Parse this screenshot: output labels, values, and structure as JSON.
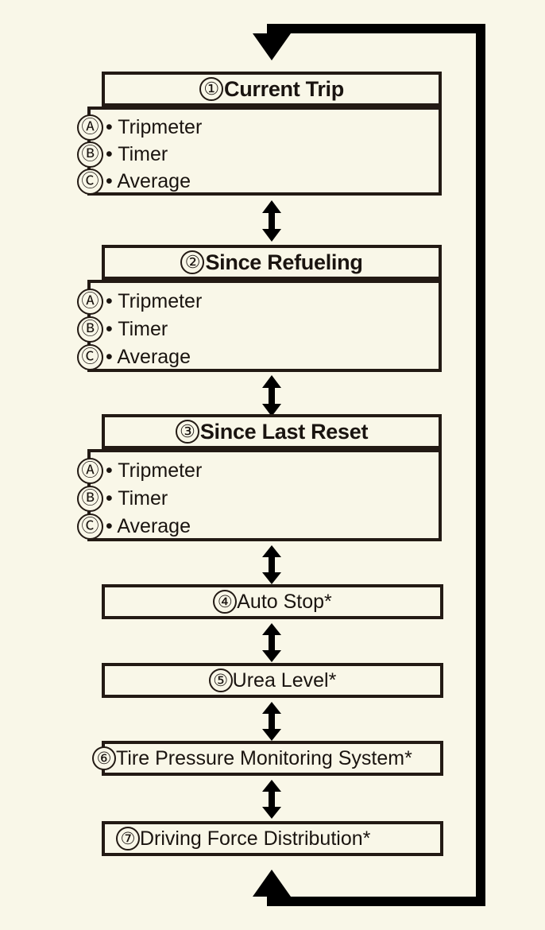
{
  "diagram": {
    "type": "flow-cycle",
    "background_color": "#f9f7e8",
    "line_color": "#231a14",
    "footnote_marker": "*",
    "groups": [
      {
        "number": "①",
        "title": "Current Trip",
        "items": [
          {
            "badge": "Ⓐ",
            "label": "• Tripmeter"
          },
          {
            "badge": "Ⓑ",
            "label": "• Timer"
          },
          {
            "badge": "Ⓒ",
            "label": "• Average"
          }
        ]
      },
      {
        "number": "②",
        "title": "Since Refueling",
        "items": [
          {
            "badge": "Ⓐ",
            "label": "• Tripmeter"
          },
          {
            "badge": "Ⓑ",
            "label": "• Timer"
          },
          {
            "badge": "Ⓒ",
            "label": "• Average"
          }
        ]
      },
      {
        "number": "③",
        "title": "Since Last Reset",
        "items": [
          {
            "badge": "Ⓐ",
            "label": "• Tripmeter"
          },
          {
            "badge": "Ⓑ",
            "label": "• Timer"
          },
          {
            "badge": "Ⓒ",
            "label": "• Average"
          }
        ]
      }
    ],
    "items": [
      {
        "number": "④",
        "label": "Auto Stop*",
        "align": "center"
      },
      {
        "number": "⑤",
        "label": "Urea Level*",
        "align": "center"
      },
      {
        "number": "⑥",
        "label": "Tire Pressure Monitoring System*",
        "align": "left"
      },
      {
        "number": "⑦",
        "label": "Driving Force Distribution*",
        "align": "left"
      }
    ],
    "connectors": {
      "between": "double-headed-vertical-arrow",
      "loop": "right-side-loop-arrow-both-ends"
    }
  }
}
